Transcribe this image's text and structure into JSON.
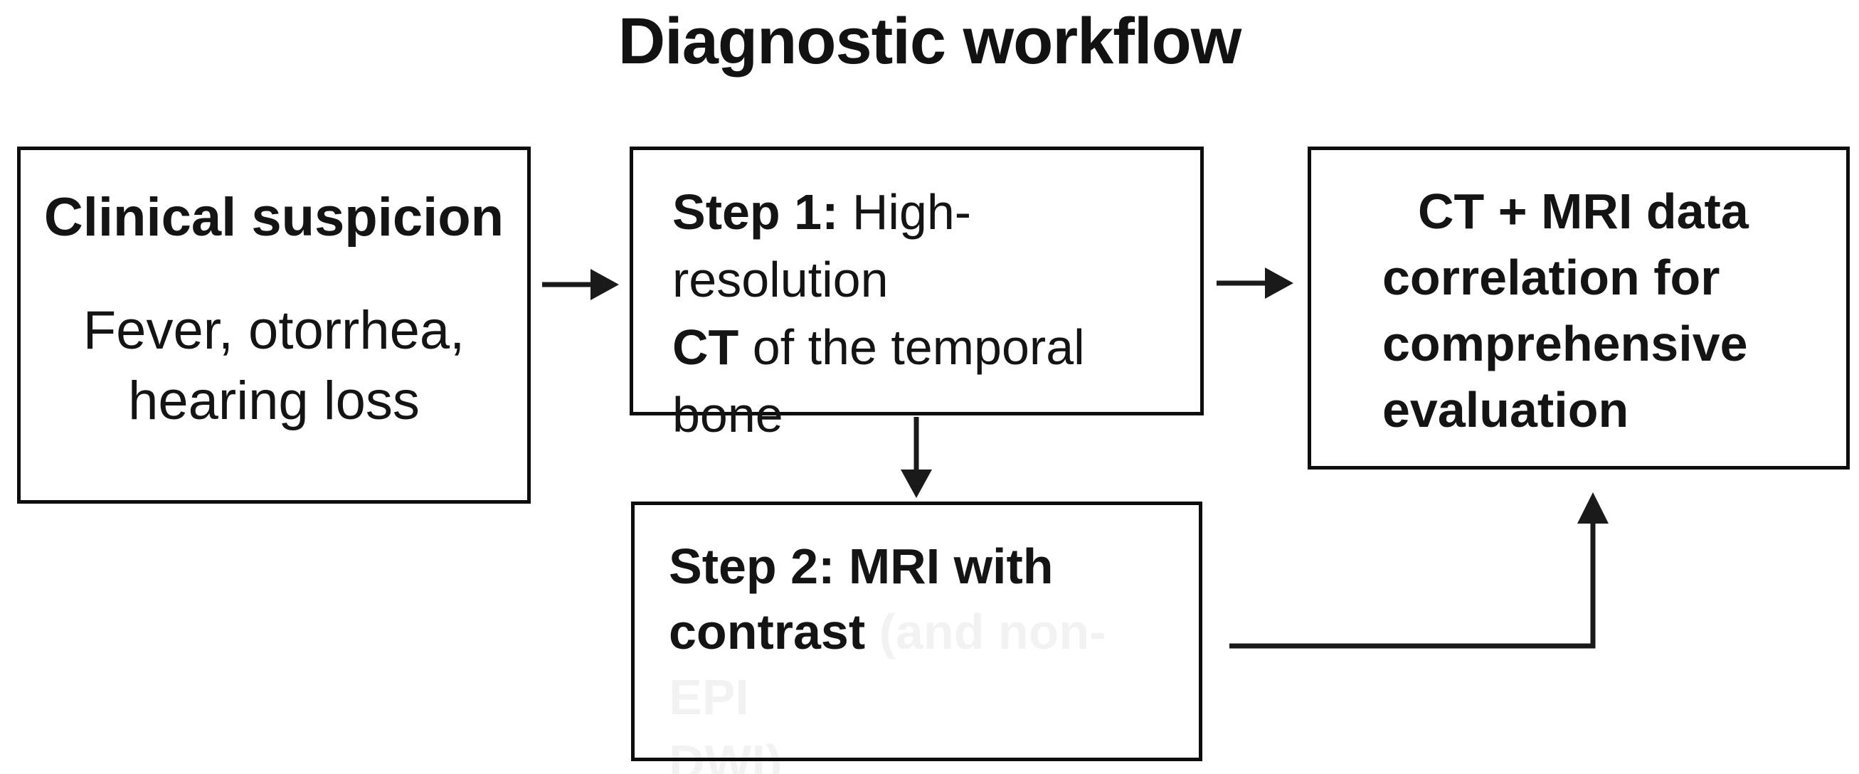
{
  "title": "Diagnostic workflow",
  "boxes": {
    "clinical": {
      "heading": "Clinical suspicion",
      "body_line1": "Fever, otorrhea,",
      "body_line2": "hearing loss"
    },
    "step1": {
      "label_bold": "Step 1:",
      "label_rest": " High-resolution",
      "line2_bold": "CT",
      "line2_rest": " of the temporal",
      "line3": "bone"
    },
    "step2": {
      "label_bold": "Step 2:",
      "label_rest": " MRI with",
      "line2": "contrast",
      "ghost_line2": " (and non-EPI",
      "ghost_line3": "DWI)"
    },
    "result": {
      "line1": "CT + MRI data",
      "line2": "correlation for",
      "line3": "comprehensive",
      "line4": "evaluation"
    }
  },
  "colors": {
    "background": "#ffffff",
    "box_border": "#0d0d0d",
    "text": "#141414",
    "arrow": "#1a1a1a",
    "ghost_text": "rgba(10,10,10,0.055)"
  }
}
